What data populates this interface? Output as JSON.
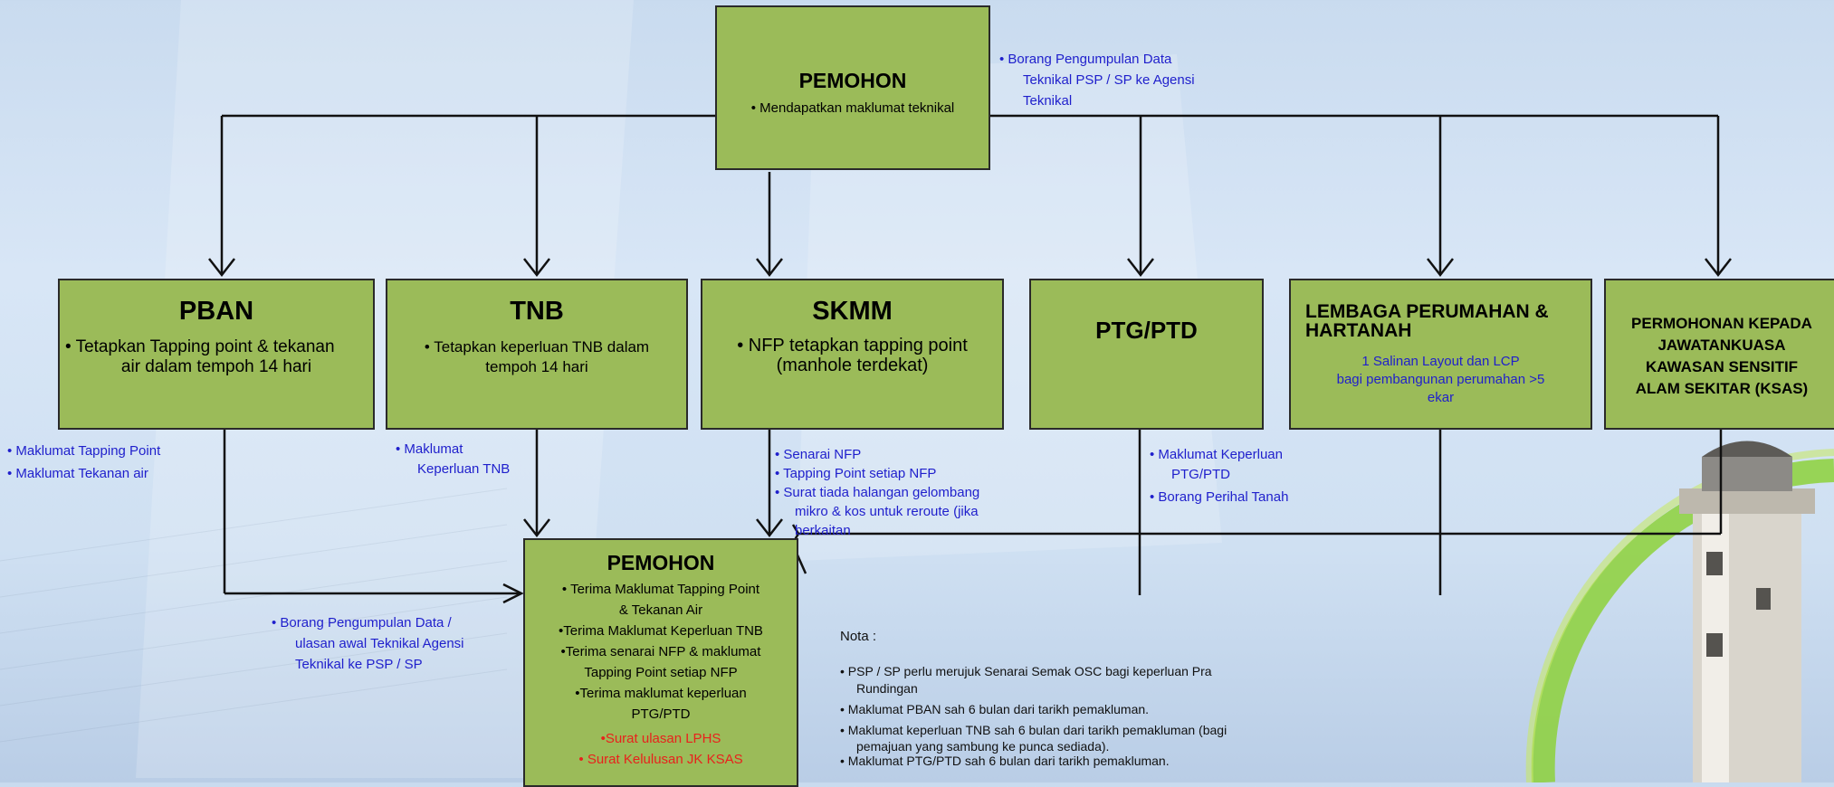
{
  "top_box": {
    "title": "PEMOHON",
    "desc": "• Mendapatkan maklumat teknikal"
  },
  "top_note": [
    "• Borang  Pengumpulan  Data",
    "Teknikal PSP / SP ke Agensi",
    "Teknikal"
  ],
  "agencies": [
    {
      "title": "PBAN",
      "desc_lines": [
        "• Tetapkan Tapping point & tekanan",
        "air dalam tempoh 14 hari"
      ]
    },
    {
      "title": "TNB",
      "desc_lines": [
        "• Tetapkan keperluan TNB dalam",
        "tempoh 14 hari"
      ]
    },
    {
      "title": "SKMM",
      "desc_lines": [
        "• NFP tetapkan tapping point",
        "(manhole terdekat)"
      ]
    },
    {
      "title": "PTG/PTD",
      "desc_lines": []
    },
    {
      "title_lines": [
        "LEMBAGA PERUMAHAN  &",
        "HARTANAH"
      ],
      "desc_lines": [
        "1 Salinan Layout dan LCP",
        "bagi pembangunan perumahan >5",
        "ekar"
      ]
    },
    {
      "title_lines": [
        "PERMOHONAN KEPADA",
        "JAWATANKUASA",
        "KAWASAN SENSITIF",
        "ALAM SEKITAR (KSAS)"
      ]
    }
  ],
  "notes": {
    "pban": [
      "• Maklumat Tapping Point",
      "• Maklumat Tekanan air"
    ],
    "tnb": [
      "•  Maklumat",
      "Keperluan TNB"
    ],
    "skmm": [
      "•  Senarai NFP",
      "•  Tapping Point setiap NFP",
      "•  Surat tiada halangan gelombang",
      "mikro & kos untuk reroute (jika",
      "berkaitan"
    ],
    "ptg": [
      "•  Maklumat   Keperluan",
      "PTG/PTD",
      "•  Borang Perihal Tanah"
    ],
    "bottom_left": [
      "•  Borang Pengumpulan Data /",
      "ulasan awal Teknikal Agensi",
      "Teknikal ke PSP / SP"
    ]
  },
  "bottom_box": {
    "title": "PEMOHON",
    "lines": [
      "• Terima Maklumat Tapping Point",
      "& Tekanan Air",
      "•Terima Maklumat Keperluan TNB",
      "•Terima senarai NFP & maklumat",
      "Tapping Point setiap NFP",
      "•Terima maklumat keperluan",
      "PTG/PTD"
    ],
    "red_lines": [
      "•Surat ulasan LPHS",
      "• Surat Kelulusan JK KSAS"
    ]
  },
  "nota": {
    "heading": "Nota :",
    "lines": [
      "• PSP / SP perlu merujuk Senarai Semak OSC bagi keperluan Pra",
      "Rundingan",
      "• Maklumat PBAN sah 6 bulan dari tarikh pemakluman.",
      "• Maklumat keperluan TNB sah 6 bulan dari tarikh pemakluman (bagi",
      "pemajuan yang sambung ke punca sediada).",
      "• Maklumat PTG/PTD sah 6 bulan dari tarikh pemakluman."
    ]
  },
  "colors": {
    "box_fill": "#9bbb59",
    "note_blue": "#1f1fcc",
    "note_red": "#e8221c"
  }
}
